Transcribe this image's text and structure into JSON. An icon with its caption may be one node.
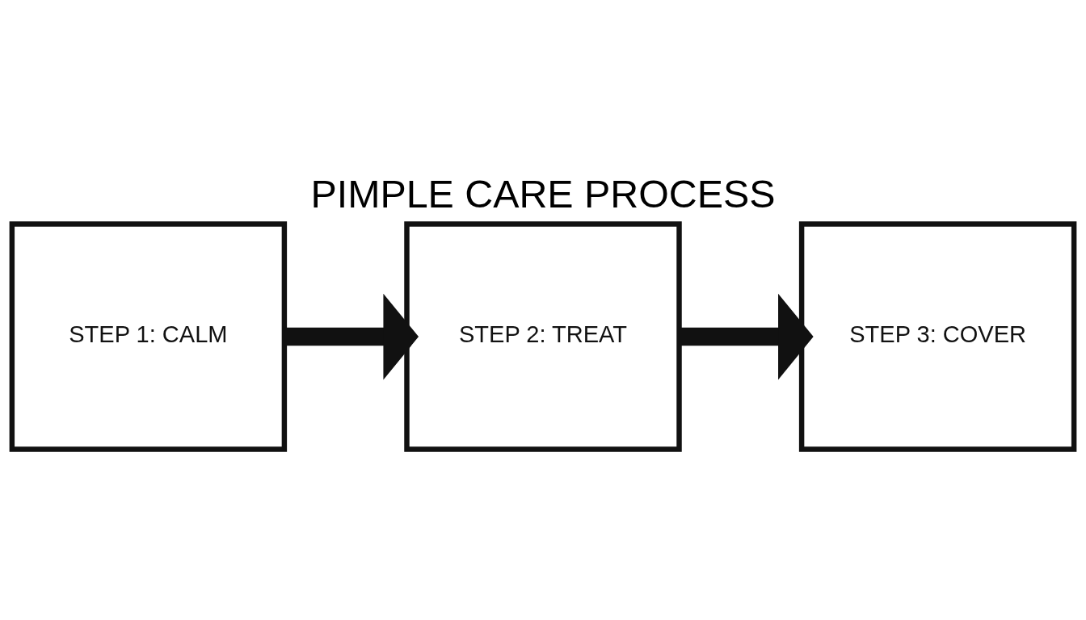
{
  "diagram": {
    "title": "PIMPLE CARE PROCESS",
    "nodes": [
      {
        "text": [
          "STEP 1: CALM"
        ]
      },
      {
        "text": [
          "STEP 2: TREAT"
        ]
      },
      {
        "text": [
          "STEP 3: COVER"
        ]
      }
    ],
    "edges": [
      {
        "from": 0,
        "to": 1,
        "arrow": "to"
      },
      {
        "from": 1,
        "to": 2,
        "arrow": "to"
      }
    ]
  }
}
